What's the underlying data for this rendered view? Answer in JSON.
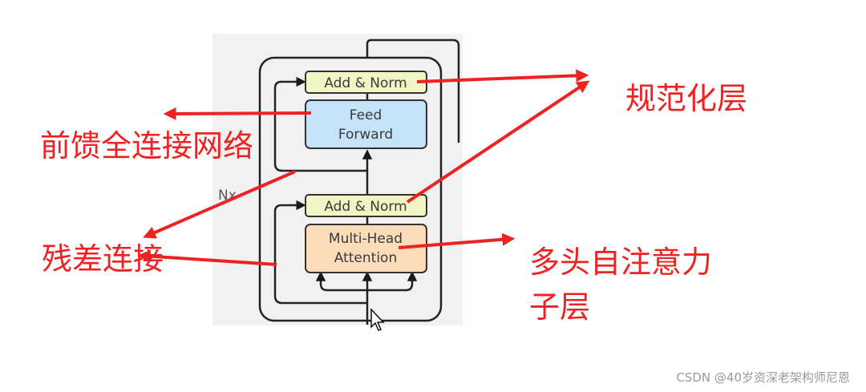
{
  "diagram": {
    "repeat_label": "Nx",
    "blocks": {
      "add_norm_top": "Add & Norm",
      "feed_forward": [
        "Feed",
        "Forward"
      ],
      "add_norm_bottom": "Add & Norm",
      "multi_head_attention": [
        "Multi-Head",
        "Attention"
      ]
    },
    "colors": {
      "add_norm": "#f1f4c4",
      "feed_forward": "#c4e3f6",
      "attention": "#fbdcba",
      "panel": "#f1f1f1",
      "annotation": "#ee2222"
    }
  },
  "annotations": {
    "norm_layer": "规范化层",
    "feed_forward_network": "前馈全连接网络",
    "residual_connection": "残差连接",
    "attention_sublayer_line1": "多头自注意力",
    "attention_sublayer_line2": "子层"
  },
  "watermark": "CSDN @40岁资深老架构师尼恩"
}
